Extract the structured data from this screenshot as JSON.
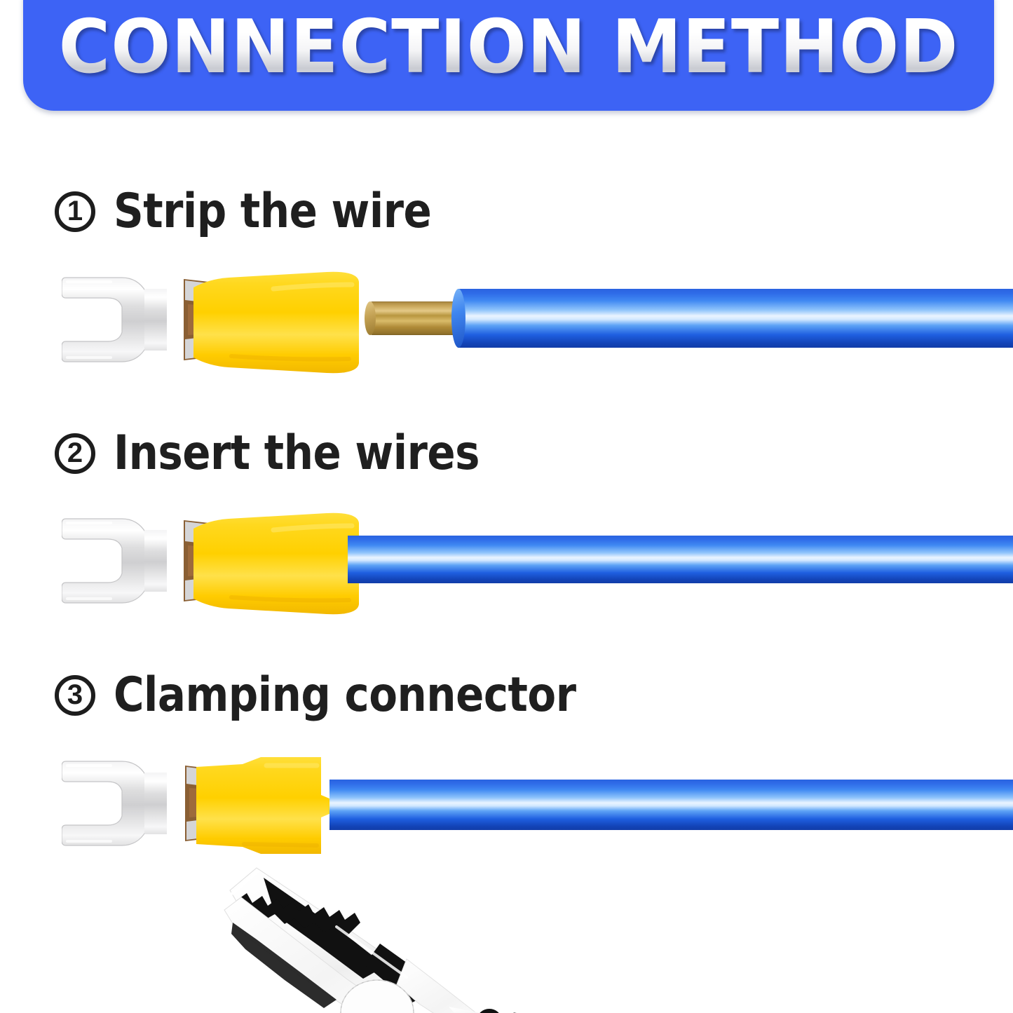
{
  "header": {
    "title": "CONNECTION METHOD",
    "banner_color": "#3d63f5",
    "title_style": "chrome-silver-gradient"
  },
  "steps": [
    {
      "number": "1",
      "number_glyph": "①",
      "label": "Strip the wire",
      "illustration": {
        "name": "fork-terminal-with-separate-stripped-wire",
        "parts": [
          {
            "part": "spade-fork-tongue",
            "color": "#d9d9da",
            "material": "tinned-metal"
          },
          {
            "part": "insulation-barrel",
            "color": "#ffd400",
            "material": "yellow-vinyl"
          },
          {
            "part": "crimp-collar",
            "color": "#9c6a3c",
            "material": "copper"
          },
          {
            "part": "stripped-conductor",
            "color": "#c2a055",
            "material": "copper"
          },
          {
            "part": "wire-jacket",
            "color": "#2a6ce8",
            "material": "blue-insulation"
          }
        ],
        "wire_inserted": false,
        "barrel_crimped": false
      }
    },
    {
      "number": "2",
      "number_glyph": "②",
      "label": "Insert the wires",
      "illustration": {
        "name": "fork-terminal-with-wire-inserted",
        "parts": [
          {
            "part": "spade-fork-tongue",
            "color": "#d9d9da",
            "material": "tinned-metal"
          },
          {
            "part": "insulation-barrel",
            "color": "#ffd400",
            "material": "yellow-vinyl"
          },
          {
            "part": "crimp-collar",
            "color": "#9c6a3c",
            "material": "copper"
          },
          {
            "part": "wire-jacket",
            "color": "#2a6ce8",
            "material": "blue-insulation"
          }
        ],
        "wire_inserted": true,
        "barrel_crimped": false
      }
    },
    {
      "number": "3",
      "number_glyph": "③",
      "label": "Clamping connector",
      "illustration": {
        "name": "fork-terminal-crimped-with-pliers",
        "parts": [
          {
            "part": "spade-fork-tongue",
            "color": "#d9d9da",
            "material": "tinned-metal"
          },
          {
            "part": "insulation-barrel",
            "color": "#ffd400",
            "material": "yellow-vinyl"
          },
          {
            "part": "crimp-collar",
            "color": "#9c6a3c",
            "material": "copper"
          },
          {
            "part": "wire-jacket",
            "color": "#2a6ce8",
            "material": "blue-insulation"
          },
          {
            "part": "crimping-pliers",
            "color": "#ffffff",
            "material": "chrome-steel"
          }
        ],
        "wire_inserted": true,
        "barrel_crimped": true
      }
    }
  ],
  "tool": {
    "name": "crimping-pliers",
    "description": "chrome pliers with serrated jaws clamping the connector"
  },
  "colors": {
    "banner_blue": "#3d63f5",
    "wire_blue": "#2a6ce8",
    "insulation_yellow": "#ffd400",
    "metal_silver": "#d9d9da",
    "copper": "#c2a055",
    "text_dark": "#1f1f1f",
    "background": "#ffffff"
  }
}
